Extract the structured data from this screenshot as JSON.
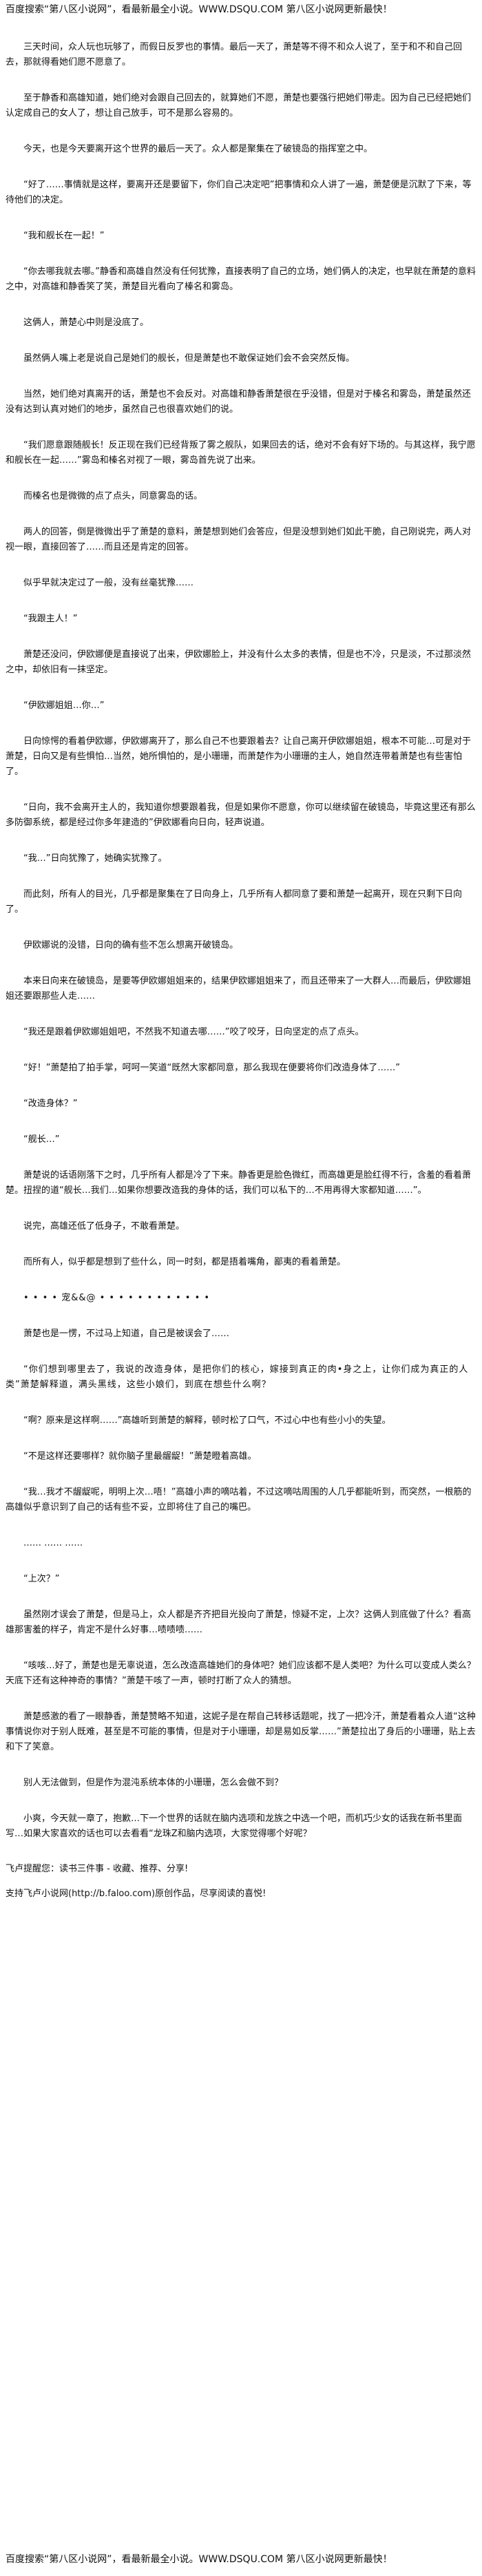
{
  "header": {
    "banner": "百度搜索“第八区小说网”，看最新最全小说。WWW.DSQU.COM  第八区小说网更新最快！"
  },
  "paragraphs": [
    "三天时间，众人玩也玩够了，而假日反罗也的事情。最后一天了，萧楚等不得不和众人说了，至于和不和自己回去，那就得看她们愿不愿意了。",
    "至于静香和高雄知道，她们绝对会跟自己回去的，就算她们不愿，萧楚也要强行把她们带走。因为自己已经把她们认定成自己的女人了，想让自己放手，可不是那么容易的。",
    "今天，也是今天要离开这个世界的最后一天了。众人都是聚集在了破镜岛的指挥室之中。",
    "“好了……事情就是这样，要离开还是要留下，你们自己决定吧”把事情和众人讲了一遍，萧楚便是沉默了下来，等待他们的决定。",
    "“我和舰长在一起！”",
    "“你去哪我就去哪。”静香和高雄自然没有任何犹豫，直接表明了自己的立场，她们俩人的决定，也早就在萧楚的意料之中，对高雄和静香笑了笑，萧楚目光看向了榛名和雾岛。",
    "这俩人，萧楚心中则是没底了。",
    "虽然俩人嘴上老是说自己是她们的舰长，但是萧楚也不敢保证她们会不会突然反悔。",
    "当然，她们绝对真离开的话，萧楚也不会反对。对高雄和静香萧楚很在乎没错，但是对于榛名和雾岛，萧楚虽然还没有达到认真对她们的地步，虽然自己也很喜欢她们的说。",
    "“我们愿意跟随舰长！反正现在我们已经背叛了雾之舰队，如果回去的话，绝对不会有好下场的。与其这样，我宁愿和舰长在一起……”雾岛和榛名对视了一眼，雾岛首先说了出来。",
    "而榛名也是微微的点了点头，同意雾岛的话。",
    "两人的回答，倒是微微出乎了萧楚的意料，萧楚想到她们会答应，但是没想到她们如此干脆，自己刚说完，两人对视一眼，直接回答了……而且还是肯定的回答。",
    "似乎早就决定过了一般，没有丝毫犹豫……",
    "“我跟主人！”",
    "萧楚还没问，伊欧娜便是直接说了出来，伊欧娜脸上，并没有什么太多的表情，但是也不冷，只是淡，不过那淡然之中，却依旧有一抹坚定。",
    "“伊欧娜姐姐…你…”",
    "日向惊愕的看着伊欧娜，伊欧娜离开了，那么自己不也要跟着去？让自己离开伊欧娜姐姐，根本不可能…可是对于萧楚，日向又是有些惧怕…当然，她所惧怕的，是小珊珊，而萧楚作为小珊珊的主人，她自然连带着萧楚也有些害怕了。",
    "“日向，我不会离开主人的，我知道你想要跟着我，但是如果你不愿意，你可以继续留在破镜岛，毕竟这里还有那么多防御系统，都是经过你多年建造的”伊欧娜看向日向，轻声说道。",
    "“我…”日向犹豫了，她确实犹豫了。",
    "而此刻，所有人的目光，几乎都是聚集在了日向身上，几乎所有人都同意了要和萧楚一起离开，现在只剩下日向了。",
    "伊欧娜说的没错，日向的确有些不怎么想离开破镜岛。",
    "本来日向来在破镜岛，是要等伊欧娜姐姐来的，结果伊欧娜姐姐来了，而且还带来了一大群人…而最后，伊欧娜姐姐还要跟那些人走……",
    "“我还是跟着伊欧娜姐姐吧，不然我不知道去哪……”咬了咬牙，日向坚定的点了点头。",
    "“好！”萧楚拍了拍手掌，呵呵一笑道“既然大家都同意，那么我现在便要将你们改造身体了……”",
    "“改造身体？”",
    "“舰长…”",
    "萧楚说的话语刚落下之时，几乎所有人都是冷了下来。静香更是脸色微红，而高雄更是脸红得不行，含羞的看着萧楚。扭捏的道“舰长…我们…如果你想要改造我的身体的话，我们可以私下的…不用再得大家都知道……”。",
    "说完，高雄还低了低身子，不敢看萧楚。",
    "而所有人，似乎都是想到了些什么，同一时刻，都是捂着嘴角，鄙夷的看着萧楚。",
    "• • • • 宠&&@ • • • • • • • • • • • •",
    "萧楚也是一愣，不过马上知道，自己是被误会了……",
    "“你们想到哪里去了，我说的改造身体，是把你们的核心，嫁接到真正的肉•身之上，让你们成为真正的人类”萧楚解释道，满头黑线，这些小娘们，到底在想些什么啊？",
    "“啊？原来是这样啊……”高雄听到萧楚的解释，顿时松了口气，不过心中也有些小小的失望。",
    "“不是这样还要哪样？就你脑子里最龌龊！”萧楚瞪着高雄。",
    "“我…我才不龌龊呢，明明上次…唔！”高雄小声的嘀咕着，不过这嘀咕周围的人几乎都能听到，而突然，一根筋的高雄似乎意识到了自己的话有些不妥，立即将住了自己的嘴巴。",
    "…… …… ……",
    "“上次？”",
    "虽然刚才误会了萧楚，但是马上，众人都是齐齐把目光投向了萧楚，惊疑不定，上次？这俩人到底做了什么？看高雄那害羞的样子，肯定不是什么好事…啧啧啧……",
    "“咳咳…好了，萧楚也是无辜说道，怎么改造高雄她们的身体吧？她们应该都不是人类吧？为什么可以变成人类么？天底下还有这种神奇的事情？”萧楚干咳了一声，顿时打断了众人的猜想。",
    "萧楚感激的看了一眼静香，萧楚赞略不知道，这妮子是在帮自己转移话题呢，找了一把冷汗，萧楚看着众人道“这种事情说你对于别人既难，甚至是不可能的事情，但是对于小珊珊，却是易如反掌……”萧楚拉出了身后的小珊珊，贴上去和下了笑意。",
    "别人无法做到，但是作为混沌系统本体的小珊珊，怎么会做不到？",
    "小爽，今天就一章了，抱歉…下一个世界的话就在脑内选项和龙族之中选一个吧，而机巧少女的话我在新书里面写…如果大家喜欢的话也可以去看看“龙珠Z和脑内选项，大家觉得哪个好呢？"
  ],
  "footer": {
    "notice": "飞卢提醒您：读书三件事 - 收藏、推荐、分享!",
    "support": "支持飞卢小说网(http://b.faloo.com)原创作品，尽享阅读的喜悦!",
    "banner": "百度搜索“第八区小说网”，看最新最全小说。WWW.DSQU.COM  第八区小说网更新最快！"
  }
}
